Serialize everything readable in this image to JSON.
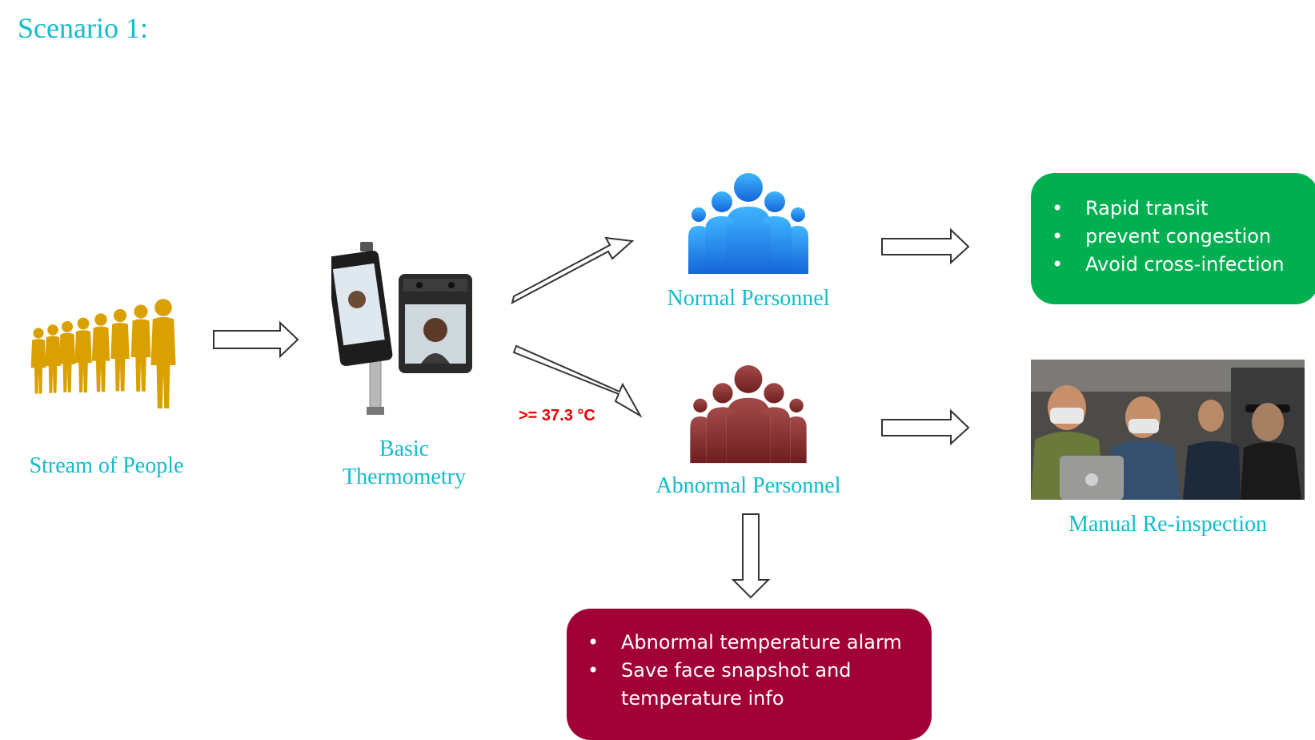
{
  "title": "Scenario 1:",
  "nodes": {
    "stream": "Stream of People",
    "thermometry_line1": "Basic",
    "thermometry_line2": "Thermometry",
    "normal": "Normal Personnel",
    "abnormal": "Abnormal Personnel",
    "reinspection": "Manual Re-inspection"
  },
  "threshold_label": ">= 37.3 °C",
  "normal_outcomes": [
    "Rapid transit",
    "prevent congestion",
    "Avoid cross-infection"
  ],
  "abnormal_outcomes": [
    "Abnormal temperature alarm",
    "Save face snapshot and",
    "temperature info"
  ],
  "colors": {
    "teal_text": "#11BCCB",
    "green_box": "#00B050",
    "red_box": "#A00036",
    "normal_group_icon": "#1E90FF",
    "abnormal_group_icon": "#8B2B2B",
    "crowd_icon": "#D9A000",
    "threshold_text": "#E60000"
  },
  "icons": {
    "crowd": "people-queue-icon",
    "device": "thermometry-terminal-icon",
    "normal": "people-group-icon",
    "abnormal": "people-group-icon"
  }
}
